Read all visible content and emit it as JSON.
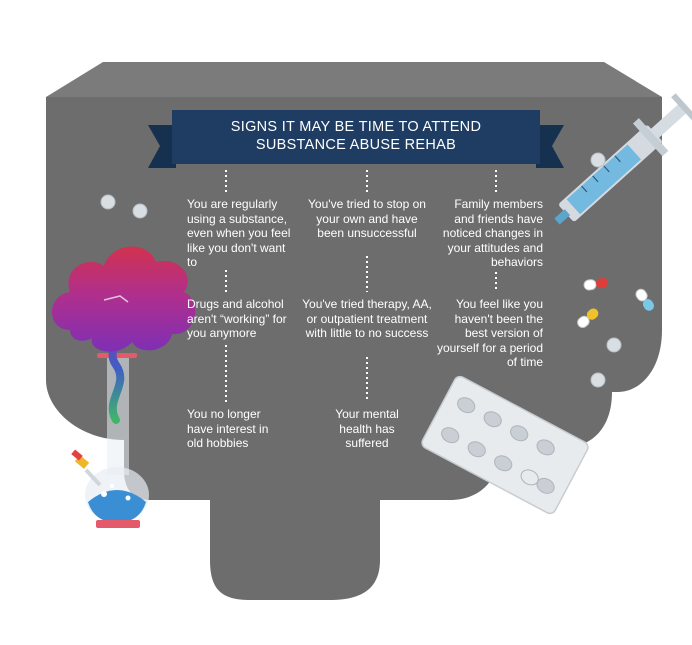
{
  "banner": {
    "line1": "SIGNS IT MAY BE TIME TO ATTEND",
    "line2": "SUBSTANCE ABUSE REHAB"
  },
  "columns": [
    {
      "position": "left",
      "signs": [
        "You are regularly using a substance, even when you feel like you don't want to",
        "Drugs and alcohol aren't “working” for you anymore",
        "You no longer have interest in old hobbies"
      ]
    },
    {
      "position": "center",
      "signs": [
        "You've tried to stop on your own and have been unsuccessful",
        "You've tried therapy, AA, or outpatient treatment with little to no success",
        "Your mental health has suffered"
      ]
    },
    {
      "position": "right",
      "signs": [
        "Family members and friends have noticed changes in your attitudes and behaviors",
        "You feel like you haven't been the best version of yourself for a period of time"
      ]
    }
  ],
  "colors": {
    "background": "#ffffff",
    "panel": "#6d6d6d",
    "panel_top": "#7b7b7b",
    "banner": "#1f3d63",
    "banner_fold": "#16304f",
    "text": "#ffffff",
    "smoke_pink": "#c0305a",
    "smoke_purple": "#8a2fb0",
    "syringe_liquid": "#74b9df"
  },
  "icons": [
    "bong-icon",
    "smoke-cloud-icon",
    "syringe-icon",
    "pill-blister-pack-icon",
    "capsule-icon",
    "pill-icon"
  ]
}
